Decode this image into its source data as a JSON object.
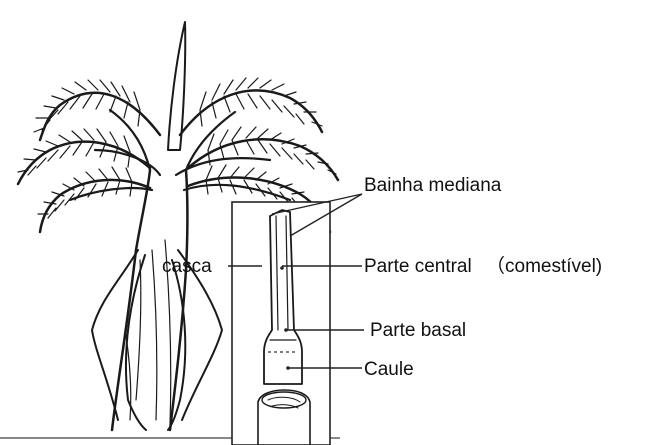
{
  "labels": {
    "bainha_mediana": "Bainha mediana",
    "casca": "casca",
    "parte_central": "Parte central",
    "comestivel": "（comestível)",
    "parte_basal": "Parte basal",
    "caule": "Caule"
  }
}
